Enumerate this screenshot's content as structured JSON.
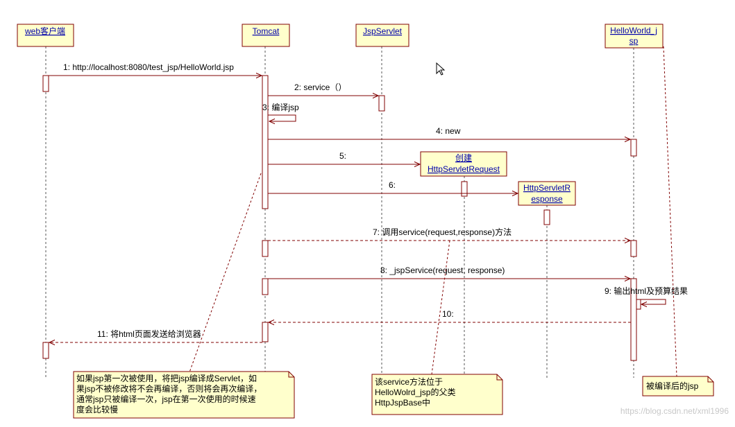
{
  "diagram": {
    "type": "sequence",
    "colors": {
      "line": "#800000",
      "box_fill": "#ffffcc",
      "box_border": "#800000",
      "header_text": "#0000aa",
      "note_fill": "#ffffcc"
    },
    "participants": [
      {
        "lines": [
          "web客户端"
        ]
      },
      {
        "lines": [
          "Tomcat"
        ]
      },
      {
        "lines": [
          "JspServlet"
        ]
      },
      {
        "lines": [
          "HelloWorld_j",
          "sp"
        ]
      },
      {
        "lines": [
          "创建",
          "HttpServletRequest"
        ]
      },
      {
        "lines": [
          "HttpServletR",
          "esponse"
        ]
      }
    ],
    "messages": [
      {
        "label": "1: http://localhost:8080/test_jsp/HelloWorld.jsp"
      },
      {
        "label": "2: service（）"
      },
      {
        "label": "3: 编译jsp"
      },
      {
        "label": "4: new"
      },
      {
        "label": "5:"
      },
      {
        "label": "6:"
      },
      {
        "label": "7: 调用service(request,response)方法"
      },
      {
        "label": "8: _jspService(request, response)"
      },
      {
        "label": "9: 输出html及预算结果"
      },
      {
        "label": "10:"
      },
      {
        "label": "11: 将html页面发送给浏览器"
      }
    ],
    "notes": [
      {
        "lines": [
          "如果jsp第一次被使用，将把jsp编译成Servlet，如",
          "果jsp不被修改将不会再编译，否则将会再次编译，",
          "通常jsp只被编译一次，jsp在第一次使用的时候速",
          "度会比较慢"
        ]
      },
      {
        "lines": [
          "该service方法位于",
          "HelloWolrd_jsp的父类",
          "HttpJspBase中"
        ]
      },
      {
        "lines": [
          "被编译后的jsp"
        ]
      }
    ],
    "watermark": "https://blog.csdn.net/xml1996"
  }
}
